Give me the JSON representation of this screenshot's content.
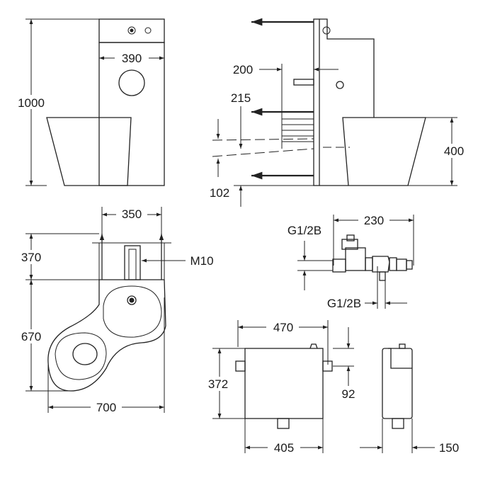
{
  "views": {
    "front": {
      "height": "1000",
      "width": "390"
    },
    "side": {
      "dim_200": "200",
      "dim_215": "215",
      "dim_400": "400",
      "dim_102": "102"
    },
    "top": {
      "dim_350": "350",
      "dim_370": "370",
      "dim_670": "670",
      "dim_700": "700",
      "bolt": "M10"
    },
    "valve": {
      "inlet_top": "G1/2B",
      "width": "230",
      "inlet_bottom": "G1/2B"
    },
    "cistern_front": {
      "width_top": "470",
      "height": "372",
      "offset": "92",
      "width_bottom": "405"
    },
    "cistern_side": {
      "depth": "150"
    }
  }
}
